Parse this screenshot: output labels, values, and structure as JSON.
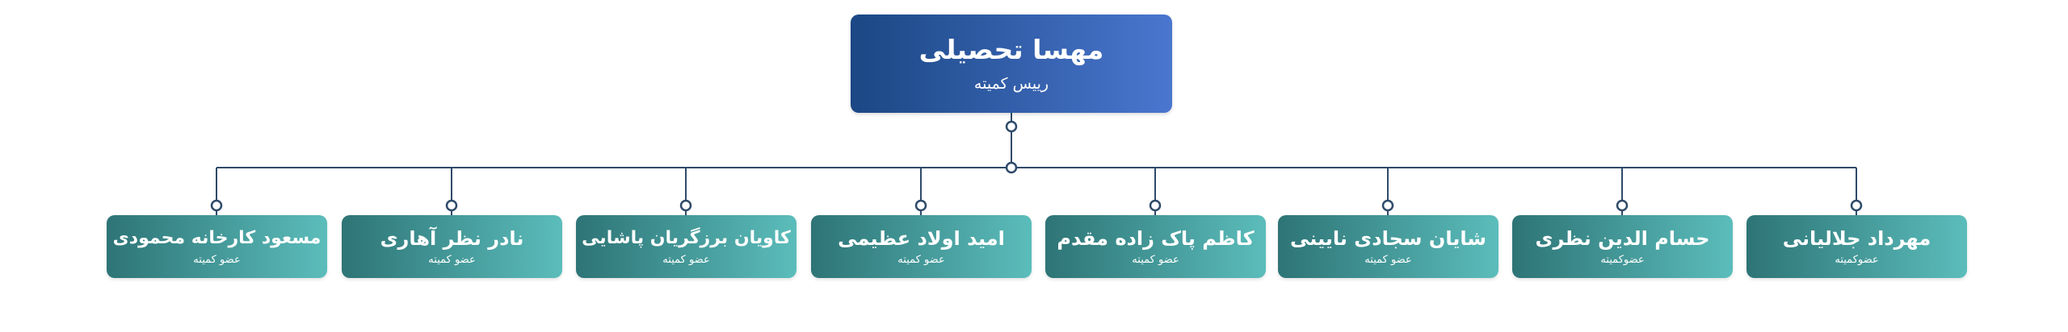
{
  "head": {
    "name": "مهسا تحصیلی",
    "role": "رییس کمیته"
  },
  "members": [
    {
      "name": "مسعود کارخانه محمودی",
      "role": "عضو کمیته"
    },
    {
      "name": "نادر نظر آهاری",
      "role": "عضو کمیته"
    },
    {
      "name": "کاویان برزگریان پاشایی",
      "role": "عضو کمیته"
    },
    {
      "name": "امید اولاد عظیمی",
      "role": "عضو کمیته"
    },
    {
      "name": "کاظم پاک زاده مقدم",
      "role": "عضو کمیته"
    },
    {
      "name": "شایان سجادی نایینی",
      "role": "عضو کمیته"
    },
    {
      "name": "حسام الدین نظری",
      "role": "عضوکمیته"
    },
    {
      "name": "مهرداد جلالیانی",
      "role": "عضوکمیته"
    }
  ],
  "colors": {
    "head_gradient": [
      "#1b4784",
      "#4a76cf"
    ],
    "member_gradient": [
      "#2e7476",
      "#5bbdbb"
    ],
    "connector": "#2f4a6a"
  }
}
